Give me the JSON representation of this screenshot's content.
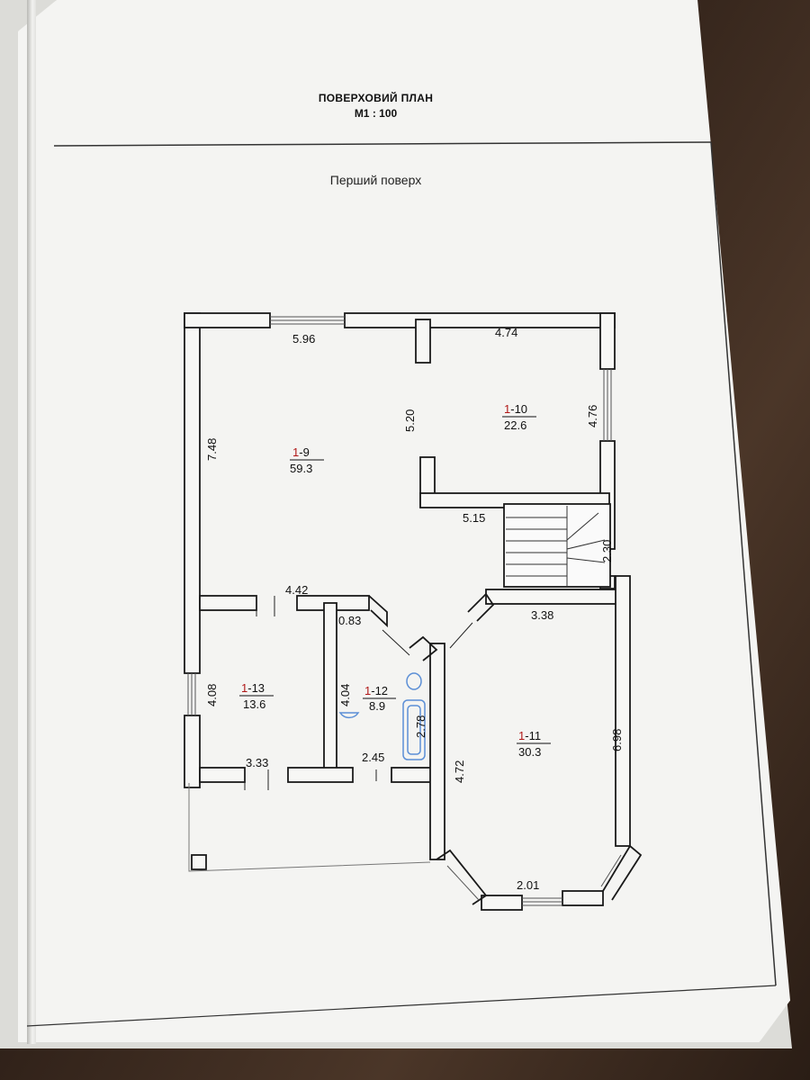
{
  "header": {
    "title": "ПОВЕРХОВИЙ ПЛАН",
    "scale": "М1 : 100"
  },
  "floor_title": "Перший поверх",
  "rooms": [
    {
      "code_prefix": "1",
      "code_suffix": "-9",
      "area": "59.3"
    },
    {
      "code_prefix": "1",
      "code_suffix": "-10",
      "area": "22.6"
    },
    {
      "code_prefix": "1",
      "code_suffix": "-11",
      "area": "30.3"
    },
    {
      "code_prefix": "1",
      "code_suffix": "-12",
      "area": "8.9"
    },
    {
      "code_prefix": "1",
      "code_suffix": "-13",
      "area": "13.6"
    }
  ],
  "dimensions": {
    "d596": "5.96",
    "d474": "4.74",
    "d748": "7.48",
    "d520": "5.20",
    "d476": "4.76",
    "d515": "5.15",
    "d230": "2.30",
    "d442": "4.42",
    "d083": "0.83",
    "d338": "3.38",
    "d408": "4.08",
    "d404": "4.04",
    "d278": "2.78",
    "d698": "6.98",
    "d472": "4.72",
    "d333": "3.33",
    "d245": "2.45",
    "d201": "2.01"
  },
  "colors": {
    "wall_fill": "#f7f7f5",
    "wall_stroke": "#1a1a1a",
    "code_red": "#b01818",
    "fixture_blue": "#5c8fd6"
  }
}
